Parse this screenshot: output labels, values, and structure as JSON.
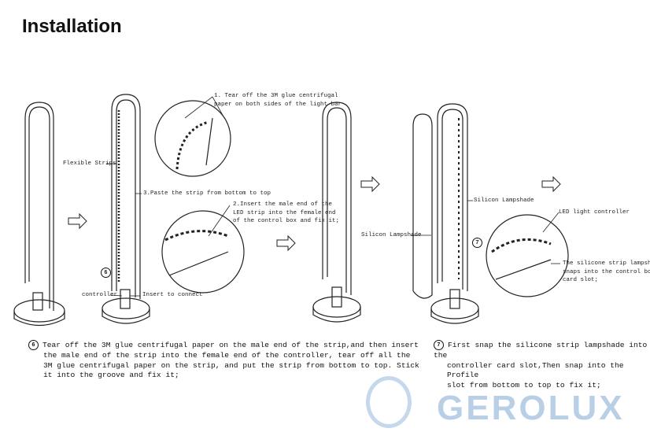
{
  "title": "Installation",
  "labels": {
    "flexible_strips": "Flexible Strips",
    "tear_off": [
      "1. Tear off the 3M glue centrifugal",
      "paper on both sides of the light bar"
    ],
    "paste_strip": "3.Paste the strip from bottom to top",
    "insert_male": [
      "2.Insert the male end of the",
      "LED strip into the female end",
      "of the control box and fix it;"
    ],
    "controller": "controller",
    "insert_connect": "Insert to connect",
    "silicon_lampshade_1": "Silicon Lampshade",
    "silicon_lampshade_2": "Silicon Lampshade",
    "led_controller": "LED light controller",
    "snaps": [
      "The silicone strip lampshade",
      "snaps into the control box",
      "card slot;"
    ],
    "step6_marker": "6",
    "step7_marker": "7"
  },
  "steps": [
    {
      "number": "6",
      "lines": [
        "Tear off the 3M glue centrifugal paper on the male end of the strip,and then insert",
        "the male end of the strip into the female end of the controller, tear off all the",
        "3M glue centrifugal paper on the strip, and put the strip from bottom to top. Stick",
        "it into the groove and fix it;"
      ]
    },
    {
      "number": "7",
      "lines": [
        "First snap the silicone strip lampshade into the",
        "controller card slot,Then snap into the Profile",
        "slot from bottom to top to fix it;"
      ]
    }
  ],
  "watermark": "GEROLUX"
}
